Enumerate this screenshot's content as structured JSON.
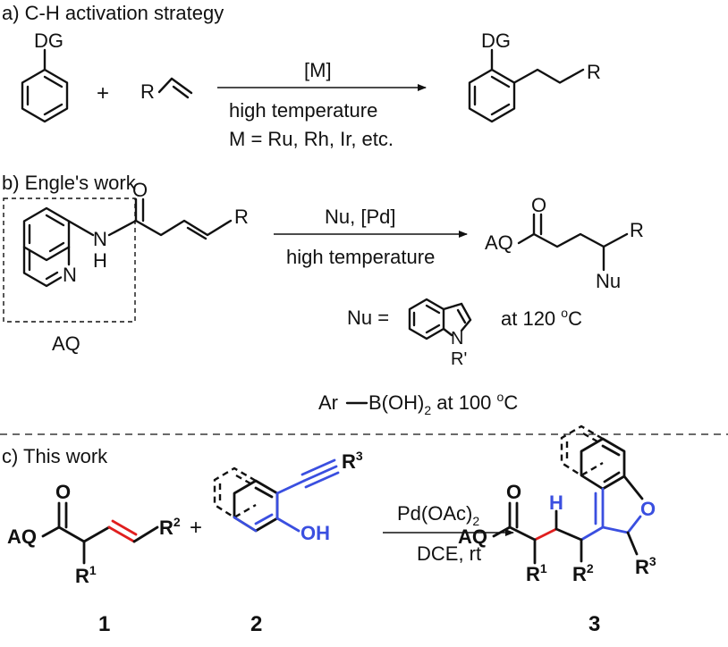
{
  "section_a": {
    "title": "a) C-H activation strategy",
    "dg_start": "DG",
    "plus": "+",
    "alkene_r": "R",
    "cond_above": "[M]",
    "cond_below1": "high temperature",
    "cond_below2": "M = Ru, Rh, Ir, etc.",
    "dg_product": "DG",
    "product_r": "R"
  },
  "section_b": {
    "title": "b) Engle's work",
    "amide_o": "O",
    "amide_n": "N",
    "amide_h": "H",
    "quinoline_n": "N",
    "alkene_r": "R",
    "aq_label": "AQ",
    "cond_above": "Nu, [Pd]",
    "cond_below": "high temperature",
    "product_o": "O",
    "product_aq": "AQ",
    "product_r": "R",
    "product_nu": "Nu",
    "nu_equals": "Nu =",
    "indole_n": "N",
    "indole_r": "R'",
    "indole_temp_prefix": "at 120 ",
    "indole_temp_sup": "o",
    "indole_temp_suffix": "C",
    "boronic_ar": "Ar",
    "boronic_b": "B(OH)",
    "boronic_sub": "2",
    "boronic_temp_prefix": " at 100 ",
    "boronic_temp_sup": "o",
    "boronic_temp_suffix": "C"
  },
  "section_c": {
    "title": "c) This work",
    "c1_o": "O",
    "c1_aq": "AQ",
    "c1_r1": "R",
    "c1_r1_sup": "1",
    "c1_r2": "R",
    "c1_r2_sup": "2",
    "plus": "+",
    "c2_r3": "R",
    "c2_r3_sup": "3",
    "c2_oh": "OH",
    "cond_above_main": "Pd(OAc)",
    "cond_above_sub": "2",
    "cond_below": "DCE, rt",
    "c3_o": "O",
    "c3_aq": "AQ",
    "c3_h": "H",
    "c3_r1": "R",
    "c3_r1_sup": "1",
    "c3_r2": "R",
    "c3_r2_sup": "2",
    "c3_r3": "R",
    "c3_r3_sup": "3",
    "c3_furan_o": "O",
    "label_1": "1",
    "label_2": "2",
    "label_3": "3"
  }
}
